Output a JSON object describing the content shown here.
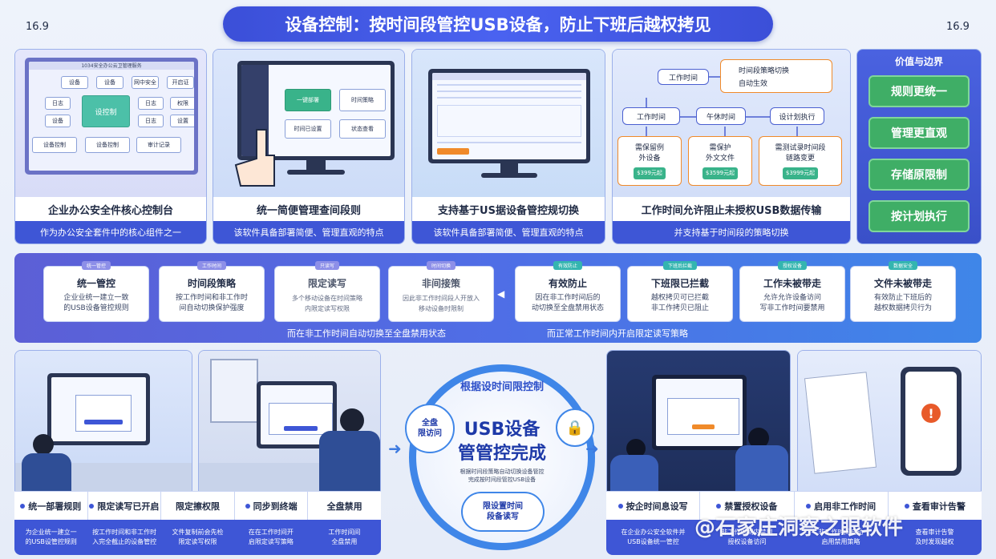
{
  "aspect_left": "16.9",
  "aspect_right": "16.9",
  "title": "设备控制：按时间段管控USB设备，防止下班后越权拷见",
  "top_panels": [
    {
      "caption": "企业办公安全件核心控制台",
      "sub": "作为办公安全套件中的核心组件之一",
      "console_title": "1034安全办公云卫管理服务",
      "grid": [
        "设备",
        "设备",
        "网中安全",
        "开启证",
        "日志",
        "设控制",
        "日志",
        "权限",
        "设备",
        "",
        "日志",
        "设置"
      ],
      "bottom_btns": [
        "设备控制",
        "设备控制",
        "审计记录"
      ],
      "highlight": "设控制"
    },
    {
      "caption": "统一简便管理查间段则",
      "sub": "该软件具备部署简便、管理直观的特点",
      "cards": [
        "一键部署",
        "时间策略",
        "时间已设置",
        "状态查看"
      ]
    },
    {
      "caption": "支持基于US据设备管控规切换",
      "sub": "该软件具备部署简便、管理直观的特点"
    },
    {
      "caption": "工作时间允许阻止未授权USB数据传输",
      "sub": "并支持基于时间段的策略切换",
      "flow": {
        "work_time": "工作时间",
        "policy_switch": "时间段策略切换",
        "auto_effect": "自动生效",
        "work_time2": "工作时间",
        "afternoon": "午休时间",
        "plan_exec": "设计划执行",
        "card1": "需保留例\n外设备",
        "card2": "需保护\n外文文件",
        "card3": "需测试录时间段\n链路变更",
        "tag1": "$399元起",
        "tag2": "$3599元起",
        "tag3": "$3999元起"
      }
    }
  ],
  "value_panel": {
    "title": "价值与边界",
    "items": [
      "规则更统一",
      "管理更直观",
      "存储原限制",
      "按计划执行"
    ]
  },
  "middle_cards": [
    {
      "tab": "统一管控",
      "title": "统一管控",
      "desc": "企业业统一建立一致\n的USB设备管控规则"
    },
    {
      "tab": "工作时间",
      "title": "时间段策略",
      "desc": "按工作时间和非工作时\n间自动切换保护强度"
    },
    {
      "tab": "只读写",
      "title": "限定读写",
      "desc": "多个移动设备在时间策略\n内限定读写权限"
    },
    {
      "tab": "时间切换",
      "title": "非间接策",
      "desc": "因此非工作时间段人开放入\n移动设备时限制"
    },
    {
      "tab": "有效防止",
      "title": "有效防止",
      "desc": "因在非工作时间后的\n动切换至全盘禁用状态"
    },
    {
      "tab": "下班后拦截",
      "title": "下班限已拦截",
      "desc": "越权拷贝可已拦截\n非工作拷贝已阻止"
    },
    {
      "tab": "授权设备",
      "title": "工作未被带走",
      "desc": "允许允许设备访问\n写非工作时间要禁用"
    },
    {
      "tab": "数据安全",
      "title": "文件未被带走",
      "desc": "有效防止下班后的\n越权数据拷贝行为"
    }
  ],
  "middle_captions": [
    "而在非工作时间自动切换至全盘禁用状态",
    "而正常工作时间内开启限定读写策略"
  ],
  "bottom_left": {
    "labels": [
      "统一部署规则",
      "限定读写已开启",
      "限定擦权限",
      "同步到终端",
      "全盘禁用"
    ],
    "subs": [
      "为企业统一建立一\n的USB设管控规则",
      "按工作时间和非工作时\n入完全截止的设备管控",
      "文件复制前会先检\n限定读写权限",
      "在在工作时间开\n启限定读写策略",
      "工作时间间\n全盘禁用"
    ]
  },
  "center": {
    "top_text": "根据设时间限控制",
    "main_line1": "USB设备",
    "main_line2": "管管控完成",
    "desc": "根据时间段策略自动切换设备管控\n完成按时间段管控USB设备",
    "left_badge": "全盘\n限访问",
    "bottom_badge": "限设置时间\n段备读写"
  },
  "bottom_right": {
    "labels": [
      "按企时间息设写",
      "禁置授权设备",
      "启用非工作时间",
      "查看审计告警"
    ],
    "subs": [
      "在企业办公安全软件并\nUSB设备统一管控",
      "非工作时间内禁用\n授权设备访问",
      "非工作时间自动\n启用禁用策略",
      "查看审计告警\n及时发现越权"
    ]
  },
  "watermark": "@石家庄洞察之眼软件"
}
